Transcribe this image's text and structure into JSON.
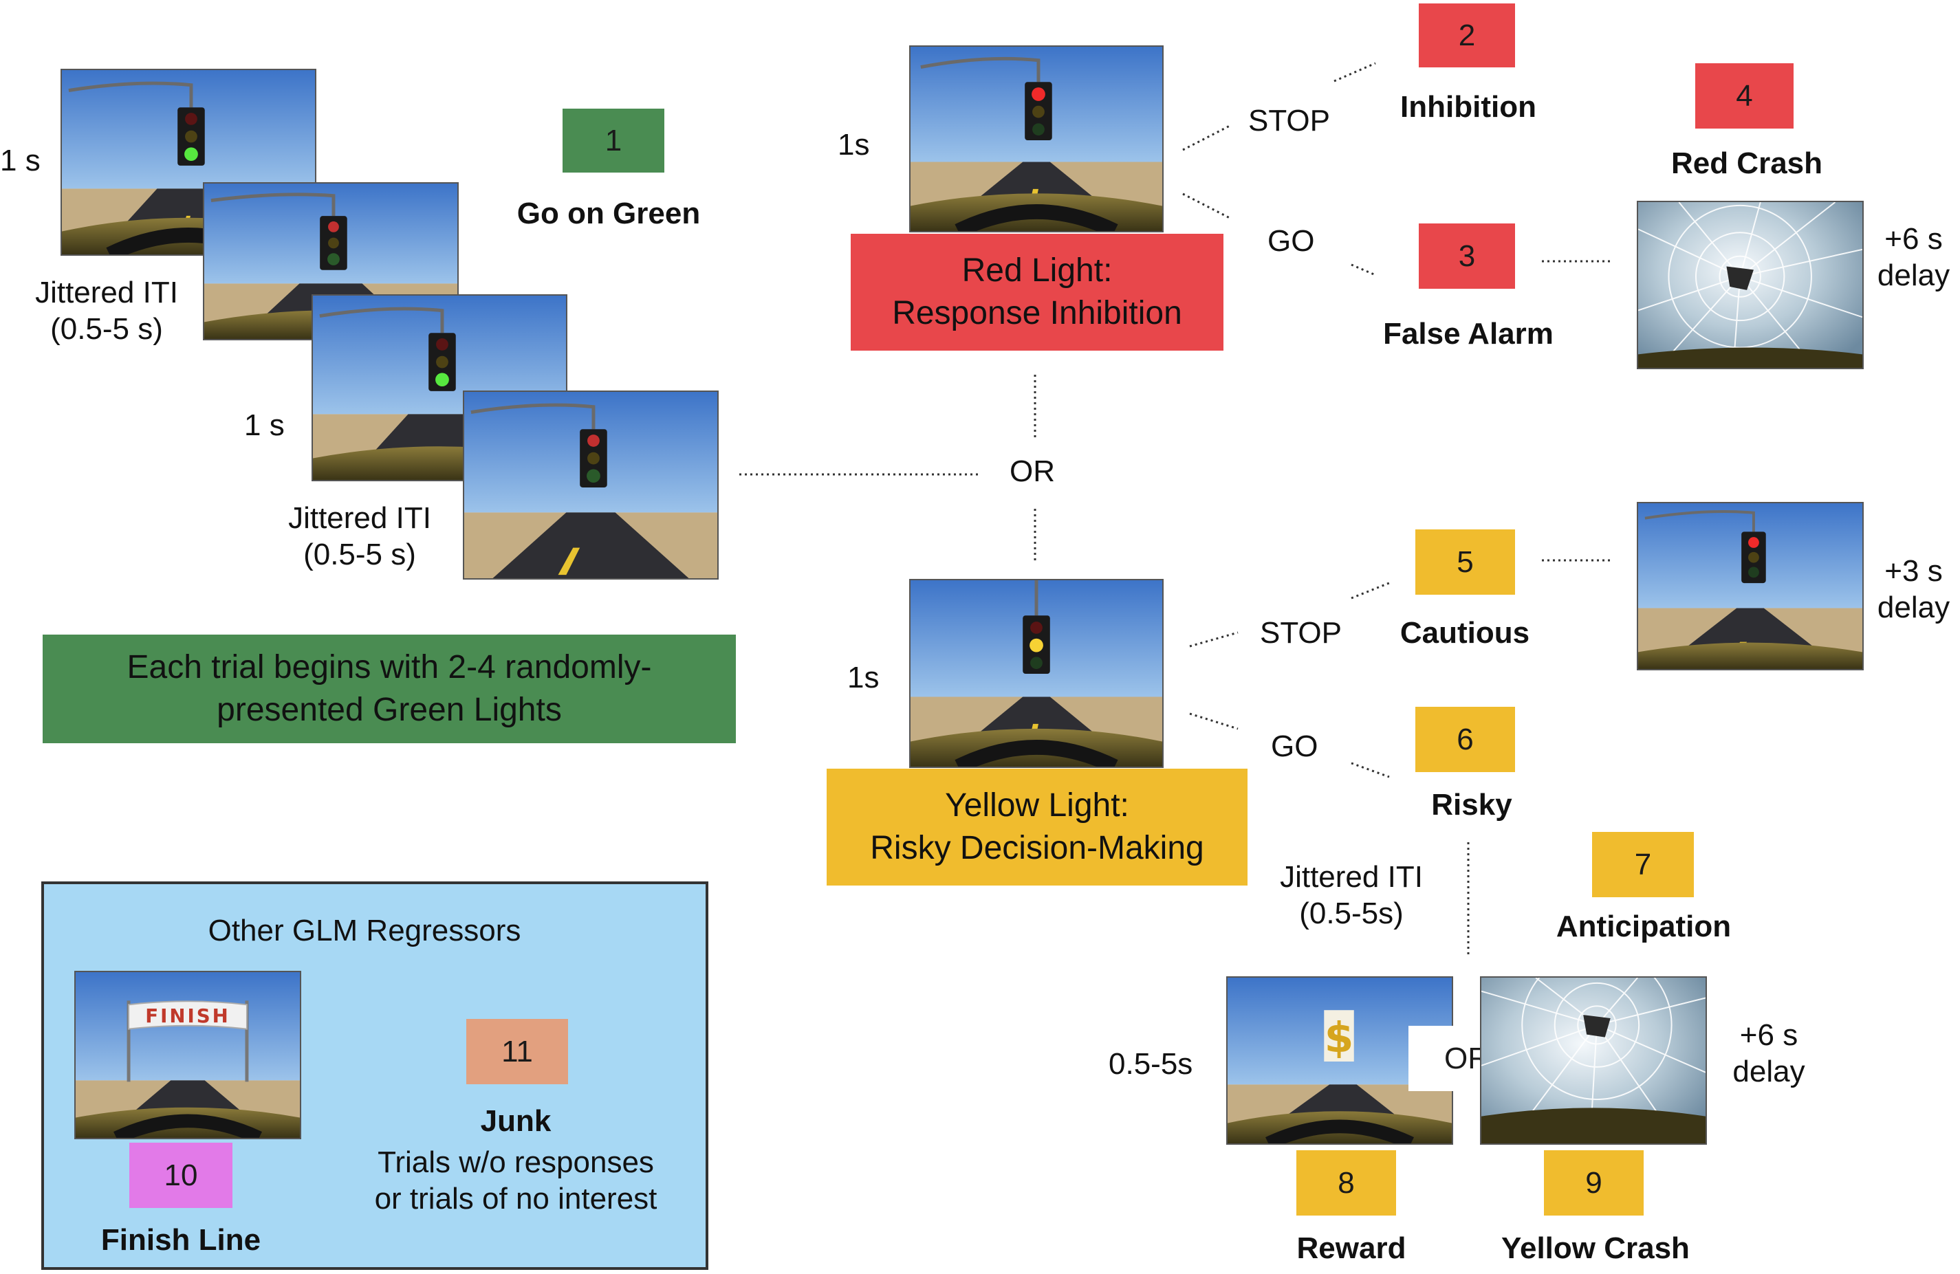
{
  "colors": {
    "green": "#4a8c52",
    "red": "#e8474b",
    "yellow": "#f0bc2e",
    "sky_panel": "#a7d8f4",
    "orange": "#e2a07f",
    "magenta": "#e27ae8"
  },
  "green_sequence": {
    "duration_1": "1 s",
    "iti_1": "Jittered ITI",
    "iti_1_range": "(0.5-5 s)",
    "duration_2": "1 s",
    "iti_2": "Jittered ITI",
    "iti_2_range": "(0.5-5 s)",
    "banner_line1": "Each trial begins with 2-4 randomly-",
    "banner_line2": "presented Green Lights"
  },
  "regressors": {
    "go_on_green": {
      "number": "1",
      "label": "Go on Green"
    },
    "inhibition": {
      "number": "2",
      "label": "Inhibition"
    },
    "false_alarm": {
      "number": "3",
      "label": "False Alarm"
    },
    "red_crash": {
      "number": "4",
      "label": "Red Crash"
    },
    "cautious": {
      "number": "5",
      "label": "Cautious"
    },
    "risky": {
      "number": "6",
      "label": "Risky"
    },
    "anticipation": {
      "number": "7",
      "label": "Anticipation"
    },
    "reward": {
      "number": "8",
      "label": "Reward"
    },
    "yellow_crash": {
      "number": "9",
      "label": "Yellow Crash"
    },
    "finish_line": {
      "number": "10",
      "label": "Finish Line"
    },
    "junk": {
      "number": "11",
      "label": "Junk",
      "desc_line1": "Trials w/o responses",
      "desc_line2": "or trials of no interest"
    }
  },
  "red_branch": {
    "duration": "1s",
    "title_line1": "Red Light:",
    "title_line2": "Response Inhibition",
    "stop": "STOP",
    "go": "GO",
    "crash_delay_1": "+6 s",
    "crash_delay_2": "delay"
  },
  "or_center": "OR",
  "yellow_branch": {
    "duration": "1s",
    "title_line1": "Yellow Light:",
    "title_line2": "Risky Decision-Making",
    "stop": "STOP",
    "go": "GO",
    "cautious_delay_1": "+3 s",
    "cautious_delay_2": "delay",
    "iti": "Jittered ITI",
    "iti_range": "(0.5-5s)",
    "outcome_duration": "0.5-5s",
    "outcome_or": "OR",
    "crash_delay_1": "+6 s",
    "crash_delay_2": "delay",
    "reward_symbol": "$"
  },
  "other_glm": {
    "title": "Other GLM Regressors",
    "finish_banner": "FINISH"
  },
  "icons": [
    "traffic-light-icon",
    "steering-wheel-icon",
    "cracked-glass-icon",
    "dollar-sign-icon",
    "finish-banner-icon"
  ]
}
